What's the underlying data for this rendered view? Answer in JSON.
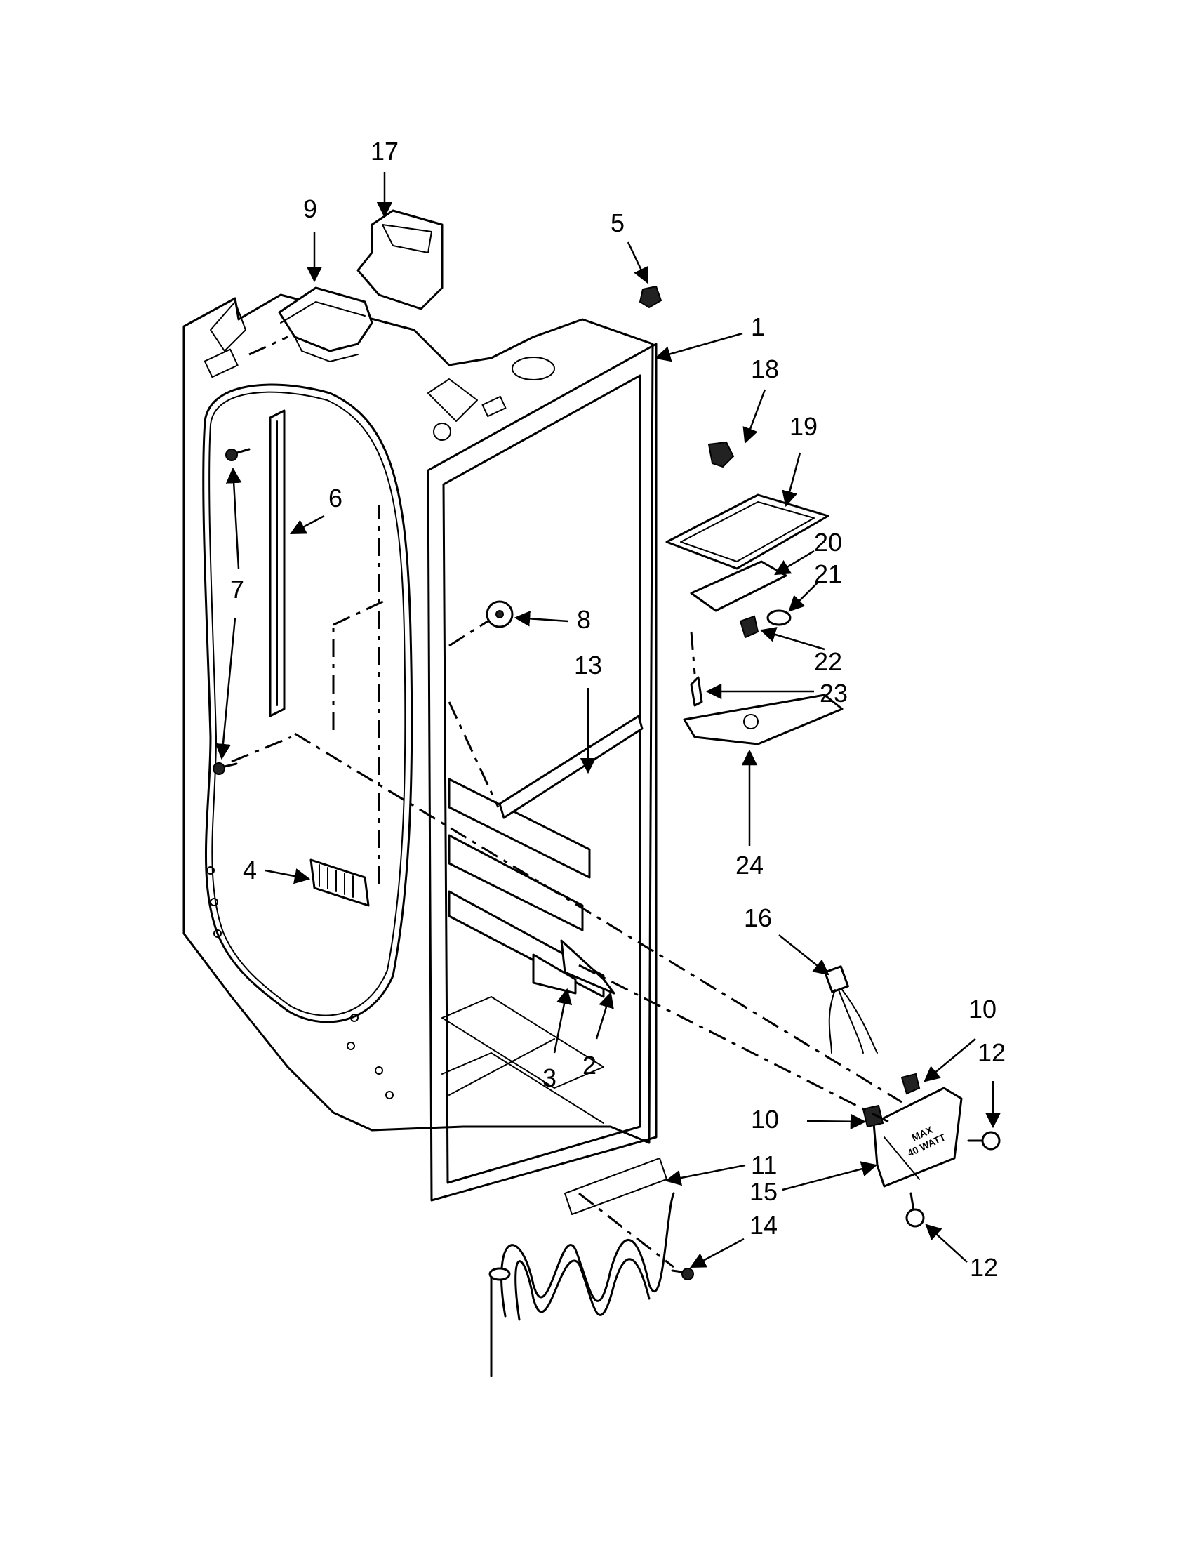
{
  "diagram": {
    "callouts": [
      {
        "id": "1",
        "label": "1"
      },
      {
        "id": "2",
        "label": "2"
      },
      {
        "id": "3",
        "label": "3"
      },
      {
        "id": "4",
        "label": "4"
      },
      {
        "id": "5",
        "label": "5"
      },
      {
        "id": "6",
        "label": "6"
      },
      {
        "id": "7",
        "label": "7"
      },
      {
        "id": "8",
        "label": "8"
      },
      {
        "id": "9",
        "label": "9"
      },
      {
        "id": "10a",
        "label": "10"
      },
      {
        "id": "10b",
        "label": "10"
      },
      {
        "id": "11",
        "label": "11"
      },
      {
        "id": "12a",
        "label": "12"
      },
      {
        "id": "12b",
        "label": "12"
      },
      {
        "id": "13",
        "label": "13"
      },
      {
        "id": "14",
        "label": "14"
      },
      {
        "id": "15",
        "label": "15"
      },
      {
        "id": "16",
        "label": "16"
      },
      {
        "id": "17",
        "label": "17"
      },
      {
        "id": "18",
        "label": "18"
      },
      {
        "id": "19",
        "label": "19"
      },
      {
        "id": "20",
        "label": "20"
      },
      {
        "id": "21",
        "label": "21"
      },
      {
        "id": "22",
        "label": "22"
      },
      {
        "id": "23",
        "label": "23"
      },
      {
        "id": "24",
        "label": "24"
      }
    ],
    "part_marking": {
      "line1": "MAX",
      "line2": "40 WATT"
    }
  }
}
